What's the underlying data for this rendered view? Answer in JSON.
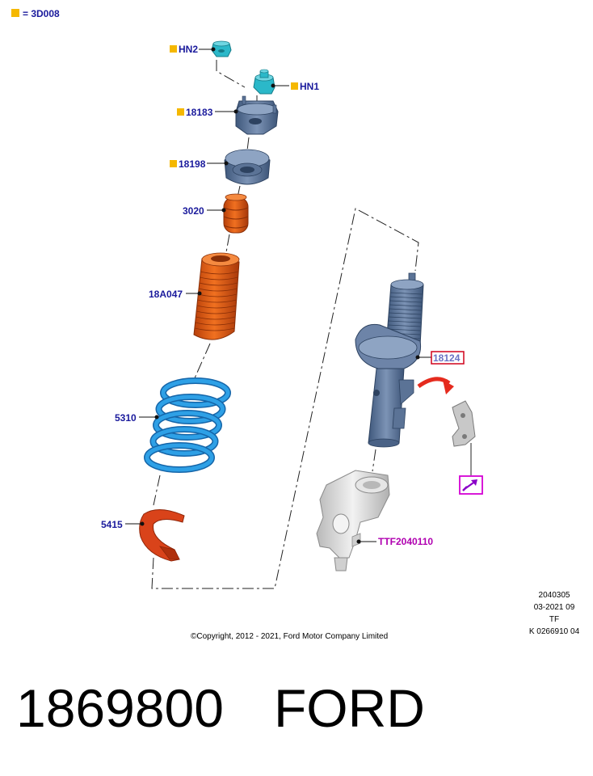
{
  "legend": {
    "marker_color": "#f5b800",
    "text": "= 3D008"
  },
  "callouts": {
    "hn2": "HN2",
    "hn1": "HN1",
    "p18183": "18183",
    "p18198": "18198",
    "p3020": "3020",
    "p18a047": "18A047",
    "p5310": "5310",
    "p5415": "5415",
    "p18124": "18124",
    "ttf": "TTF2040110"
  },
  "reference": {
    "line1": "2040305",
    "line2": "03-2021 09",
    "line3": "TF",
    "line4": "K 0266910 04"
  },
  "copyright": "©Copyright, 2012 - 2021, Ford Motor Company Limited",
  "caption": {
    "part_number": "1869800",
    "brand": "FORD"
  },
  "colors": {
    "label_text": "#1a1a9c",
    "marker": "#f5b800",
    "mount_blue": "#5b7396",
    "nut_cyan": "#2bb8c9",
    "bump_orange": "#e8580f",
    "spring_blue": "#1e88d0",
    "isolator_red": "#d9431a",
    "highlight_red": "#d0021b",
    "highlight_magenta": "#d400d4",
    "knuckle_grey": "#d8d8d8"
  }
}
